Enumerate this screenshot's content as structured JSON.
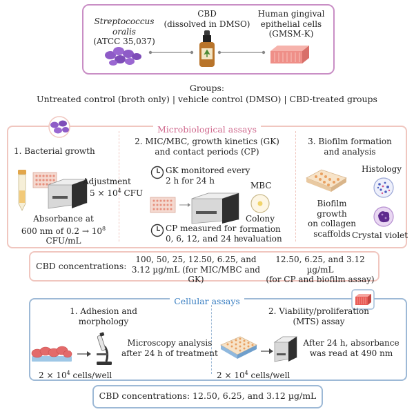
{
  "top": {
    "bacteria_name": "Streptococcus oralis",
    "bacteria_strain": "(ATCC 35,037)",
    "cbd_title": "CBD",
    "cbd_sub": "(dissolved in DMSO)",
    "cells_line1": "Human gingival",
    "cells_line2": "epithelial cells",
    "cells_line3": "(GMSM-K)"
  },
  "groups": {
    "title": "Groups:",
    "list": "Untreated control (broth only) | vehicle control (DMSO) | CBD-treated groups"
  },
  "micro": {
    "title": "Microbiological assays",
    "col1": {
      "title": "1. Bacterial growth",
      "adjustment_line1": "Adjustment",
      "adjustment_line2_pre": "5 × 10",
      "adjustment_exp": "4",
      "adjustment_line2_post": " CFU",
      "absorbance_line1": "Absorbance at",
      "absorbance_line2_pre": "600 nm of 0.2 → 10",
      "absorbance_exp": "8",
      "absorbance_line3": "CFU/mL"
    },
    "col2": {
      "title_line1": "2. MIC/MBC, growth kinetics (GK)",
      "title_line2": "and contact periods (CP)",
      "gk_line1": "GK monitored every",
      "gk_line2": "2 h for 24 h",
      "mbc": "MBC",
      "colony_line1": "Colony formation",
      "colony_line2": "evaluation",
      "cp_line1": "CP measured for",
      "cp_line2": "0, 6, 12, and 24 h"
    },
    "col3": {
      "title_line1": "3. Biofilm formation",
      "title_line2": "and analysis",
      "histology": "Histology",
      "biofilm_line1": "Biofilm growth",
      "biofilm_line2": "on collagen",
      "biofilm_line3": "scaffolds",
      "crystal": "Crystal violet"
    }
  },
  "cbd_conc_micro": {
    "label": "CBD concentrations:",
    "a_line1": "100, 50, 25, 12.50, 6.25, and",
    "a_line2": "3.12 µg/mL (for MIC/MBC and GK)",
    "b_line1": "12.50, 6.25, and 3.12 µg/mL",
    "b_line2": "(for CP and biofilm assay)"
  },
  "cellular": {
    "title": "Cellular assays",
    "col1": {
      "title_line1": "1. Adhesion and",
      "title_line2": "morphology",
      "micro_line1": "Microscopy analysis",
      "micro_line2": "after 24 h of treatment",
      "cells_pre": "2 × 10",
      "cells_exp": "4",
      "cells_post": " cells/well"
    },
    "col2": {
      "title_line1": "2. Viability/proliferation",
      "title_line2": "(MTS) assay",
      "after_line1": "After 24 h, absorbance",
      "after_line2": "was read at 490 nm",
      "cells_pre": "2 × 10",
      "cells_exp": "4",
      "cells_post": " cells/well"
    }
  },
  "cbd_conc_cell": {
    "text": "CBD concentrations: 12.50, 6.25, and 3.12 µg/mL"
  },
  "colors": {
    "pink_border": "#c98ec5",
    "salmon_border": "#f0c6bf",
    "blue_border": "#9db9d6",
    "bacteria": "#8e5bc7",
    "cell_red": "#e36a6a"
  }
}
